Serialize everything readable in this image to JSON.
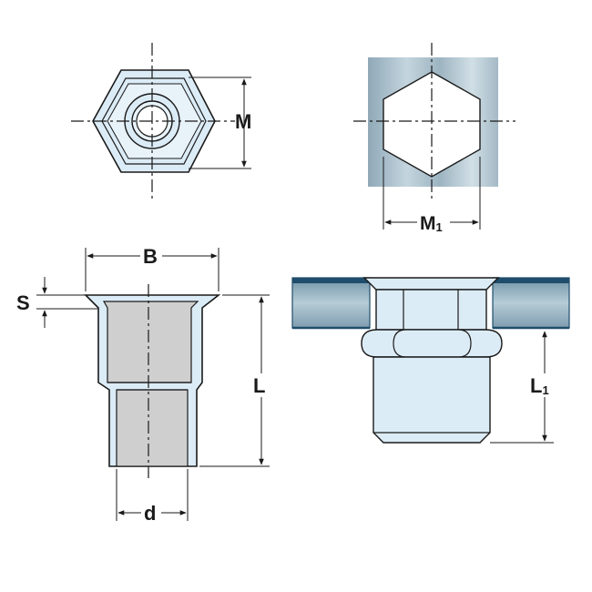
{
  "labels": {
    "M": "M",
    "M1": "M",
    "M1_sub": "1",
    "B": "B",
    "S": "S",
    "L": "L",
    "d": "d",
    "L1": "L",
    "L1_sub": "1"
  },
  "colors": {
    "part_fill": "#dcecf7",
    "part_stroke": "#1a1a1a",
    "bore_fill": "#cfcfcf",
    "plate_fill": "#9fb8c4",
    "plate_edge": "#1f4d6b",
    "block_fill": "#a8bcc8",
    "centerline": "#1a1a1a"
  }
}
